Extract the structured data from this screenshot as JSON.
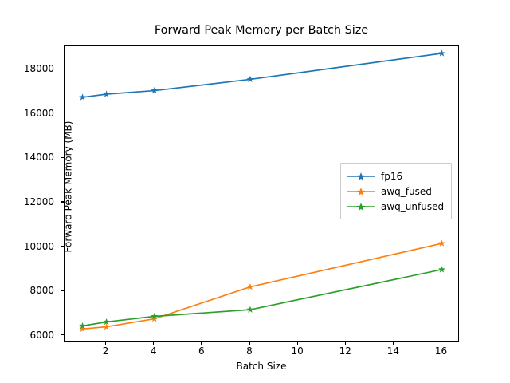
{
  "chart_data": {
    "type": "line",
    "title": "Forward Peak Memory per Batch Size",
    "xlabel": "Batch Size",
    "ylabel": "Forward Peak Memory (MB)",
    "x": [
      1,
      2,
      4,
      8,
      16
    ],
    "xlim": [
      0.25,
      16.75
    ],
    "ylim": [
      5700,
      19050
    ],
    "xticks": [
      2,
      4,
      6,
      8,
      10,
      12,
      14,
      16
    ],
    "xticklabels": [
      "2",
      "4",
      "6",
      "8",
      "10",
      "12",
      "14",
      "16"
    ],
    "yticks": [
      6000,
      8000,
      10000,
      12000,
      14000,
      16000,
      18000
    ],
    "yticklabels": [
      "6000",
      "8000",
      "10000",
      "12000",
      "14000",
      "16000",
      "18000"
    ],
    "grid": false,
    "legend_position": "center right",
    "marker": "star",
    "series": [
      {
        "name": "fp16",
        "color": "#1f77b4",
        "values": [
          16750,
          16890,
          17050,
          17560,
          18730
        ]
      },
      {
        "name": "awq_fused",
        "color": "#ff7f0e",
        "values": [
          6300,
          6400,
          6760,
          8200,
          10160
        ]
      },
      {
        "name": "awq_unfused",
        "color": "#2ca02c",
        "values": [
          6440,
          6620,
          6870,
          7170,
          8980
        ]
      }
    ]
  },
  "legend": {
    "entries": [
      {
        "label": "fp16"
      },
      {
        "label": "awq_fused"
      },
      {
        "label": "awq_unfused"
      }
    ]
  }
}
